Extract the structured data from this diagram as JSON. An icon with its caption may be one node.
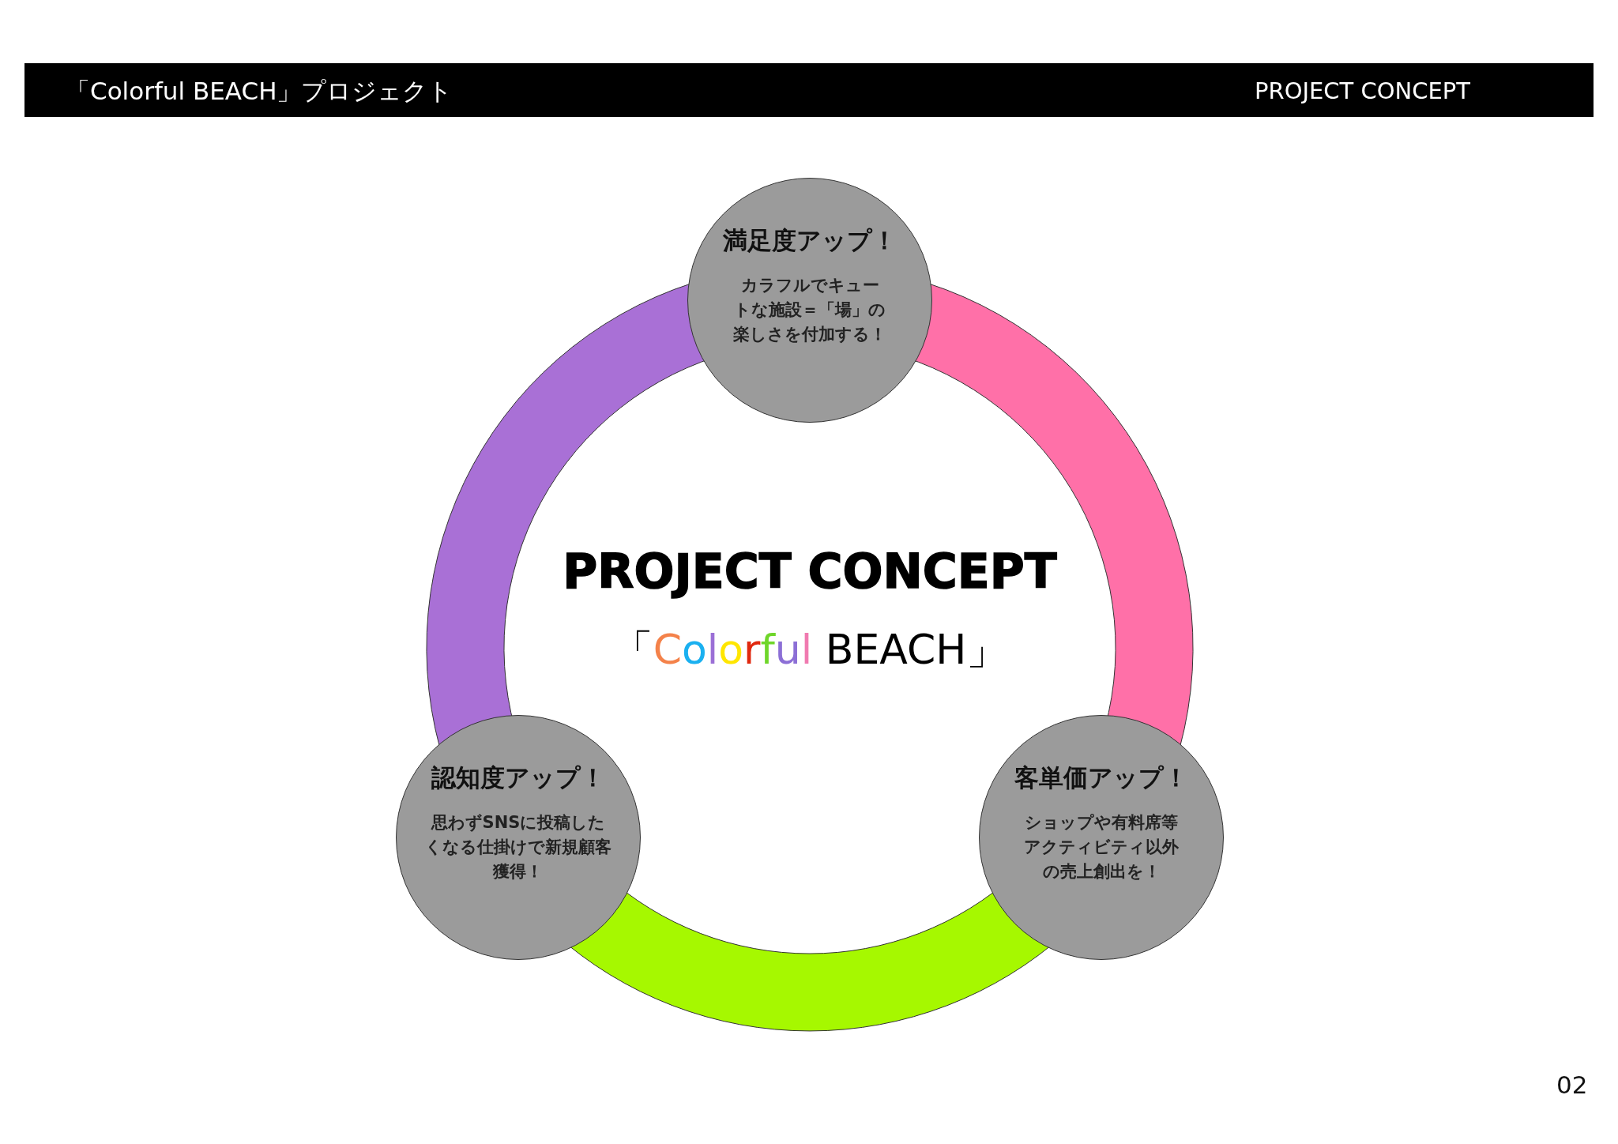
{
  "diagram": {
    "nodes": [
      {
        "text": [
          "満足度アップ！",
          "カラフルでキュートな施設＝「場」の楽しさを付加する！"
        ]
      },
      {
        "text": [
          "認知度アップ！",
          "思わずSNSに投稿したくなる仕掛けで新規顧客獲得！"
        ]
      },
      {
        "text": [
          "客単価アップ！",
          "ショップや有料席等アクティビティ以外の売上創出を！"
        ]
      }
    ],
    "edges": [
      {
        "from": 0,
        "to": 1,
        "arrow": "none",
        "style": "thick",
        "color": "#a970d6"
      },
      {
        "from": 0,
        "to": 2,
        "arrow": "none",
        "style": "thick",
        "color": "#ff70a8"
      },
      {
        "from": 1,
        "to": 2,
        "arrow": "none",
        "style": "thick",
        "color": "#a6f800"
      }
    ],
    "labels": [
      "「Colorful BEACH」プロジェクト",
      "PROJECT CONCEPT",
      "PROJECT CONCEPT",
      "「Colorful BEACH」",
      "02"
    ]
  }
}
